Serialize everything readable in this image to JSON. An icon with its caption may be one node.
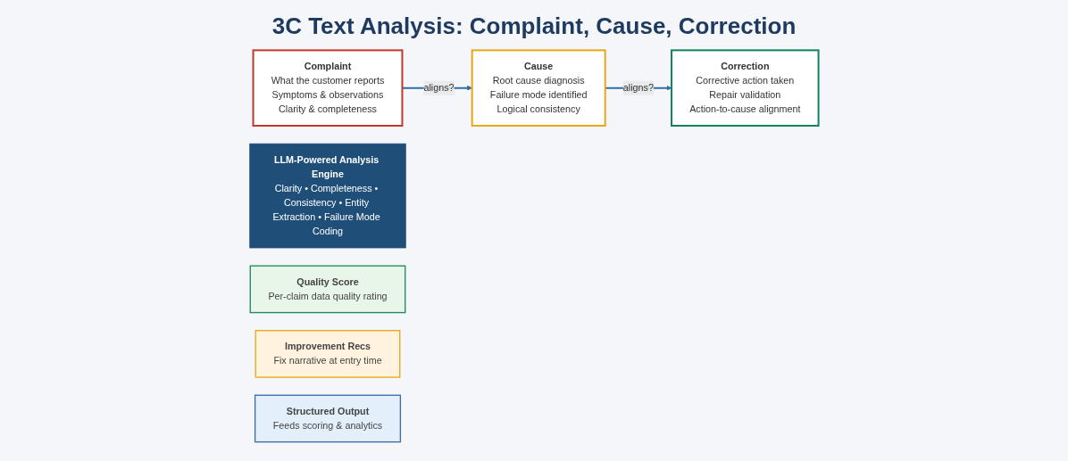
{
  "diagram": {
    "title": "3C Text Analysis: Complaint, Cause, Correction",
    "nodes": [
      {
        "text": [
          "Complaint",
          "What the customer reports",
          "Symptoms & observations",
          "Clarity & completeness"
        ]
      },
      {
        "text": [
          "Cause",
          "Root cause diagnosis",
          "Failure mode identified",
          "Logical consistency"
        ]
      },
      {
        "text": [
          "Correction",
          "Corrective action taken",
          "Repair validation",
          "Action-to-cause alignment"
        ]
      },
      {
        "text": [
          "LLM-Powered Analysis Engine",
          "Clarity • Completeness • Consistency • Entity Extraction • Failure Mode Coding"
        ]
      },
      {
        "text": [
          "Quality Score",
          "Per-claim data quality rating"
        ]
      },
      {
        "text": [
          "Improvement Recs",
          "Fix narrative at entry time"
        ]
      },
      {
        "text": [
          "Structured Output",
          "Feeds scoring & analytics"
        ]
      }
    ],
    "edges": [
      {
        "from": 0,
        "to": 1,
        "arrow": "to",
        "label": "aligns?"
      },
      {
        "from": 1,
        "to": 2,
        "arrow": "to",
        "label": "aligns?"
      }
    ]
  }
}
